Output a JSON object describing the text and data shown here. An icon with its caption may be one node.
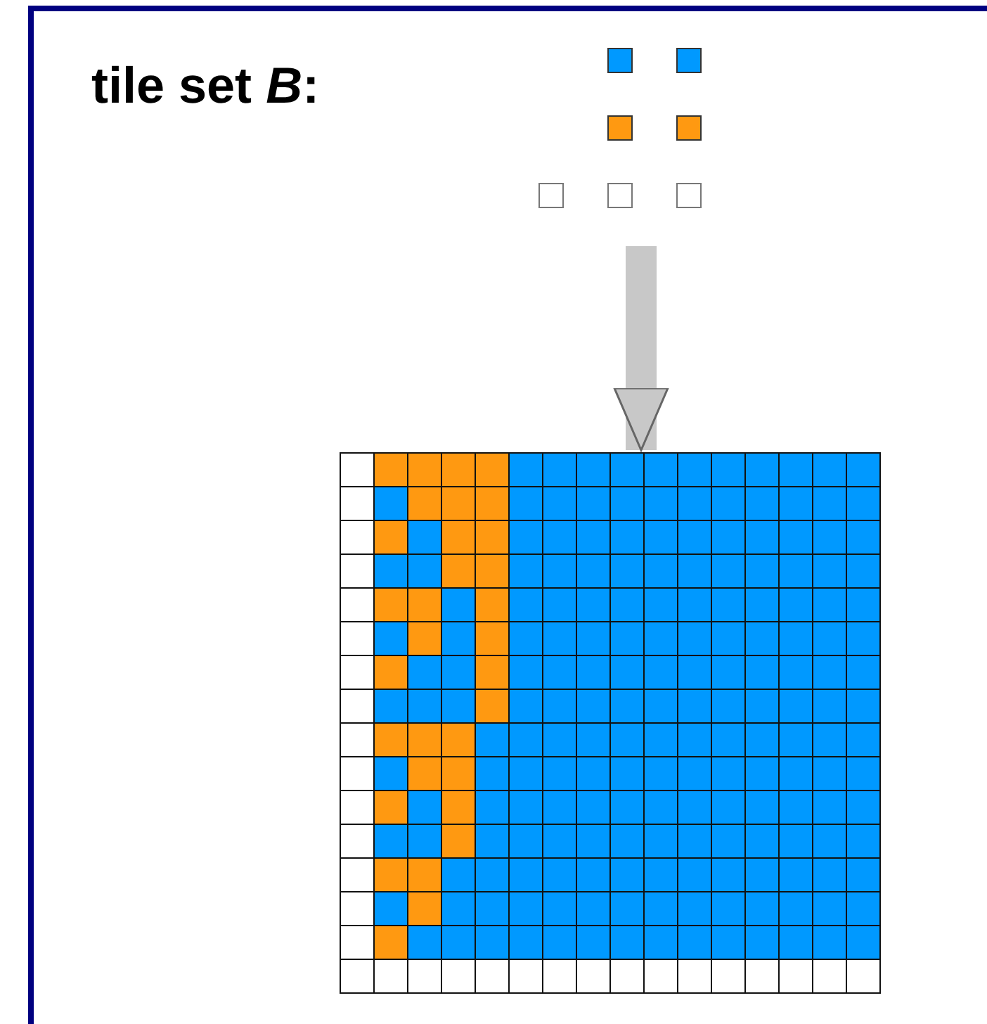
{
  "diagram": {
    "nodes": [
      {
        "text": [
          "tile set *B*:"
        ]
      },
      {
        "text": [],
        "shape": "box"
      }
    ],
    "edges": [
      {
        "from": 0,
        "to": 1,
        "arrow": "to"
      }
    ]
  }
}
